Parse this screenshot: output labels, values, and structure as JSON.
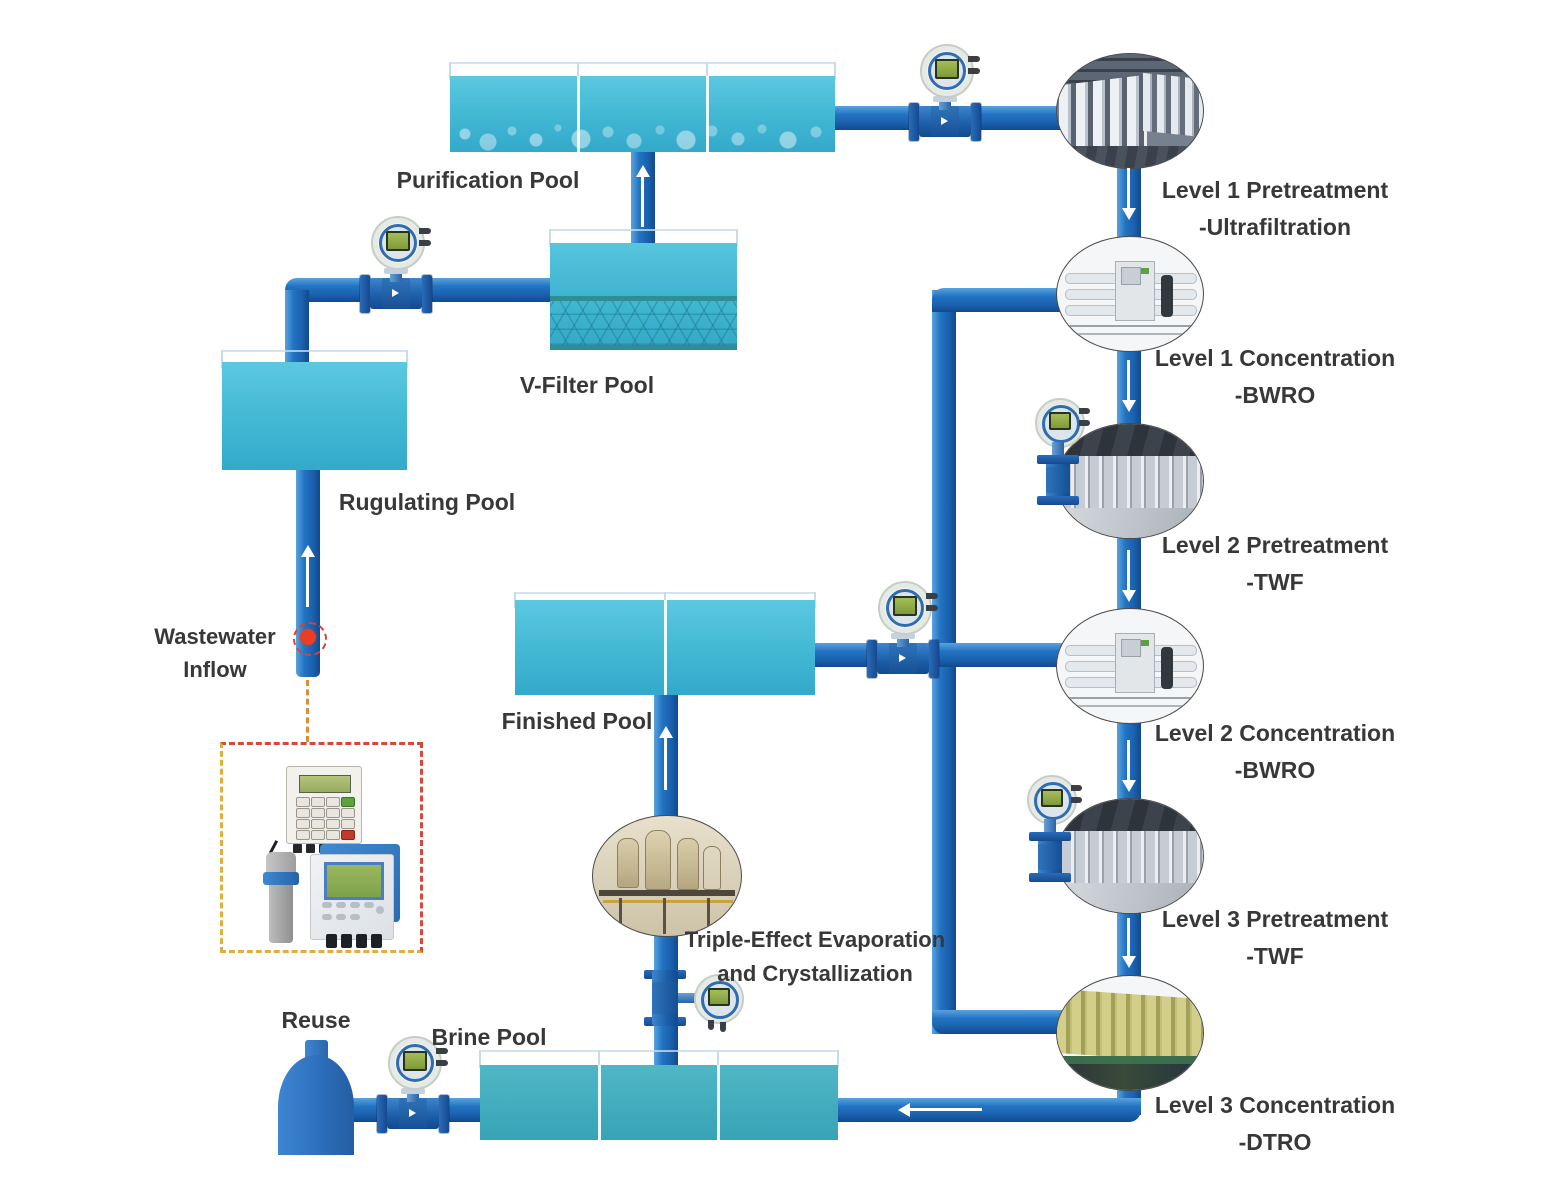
{
  "pools": {
    "purification": "Purification Pool",
    "v_filter": "V-Filter Pool",
    "rugulating": "Rugulating Pool",
    "finished": "Finished Pool",
    "brine": "Brine Pool",
    "reuse": "Reuse"
  },
  "inflow": {
    "line1": "Wastewater",
    "line2": "Inflow"
  },
  "evaporation": {
    "line1": "Triple-Effect Evaporation",
    "line2": "and Crystallization",
    "photo": "triple-effect-evaporator-photo"
  },
  "stages": [
    {
      "line1": "Level 1 Pretreatment",
      "line2": "-Ultrafiltration",
      "photo": "ultrafiltration-modules-photo"
    },
    {
      "line1": "Level 1 Concentration",
      "line2": "-BWRO",
      "photo": "bwro-skid-photo"
    },
    {
      "line1": "Level 2 Pretreatment",
      "line2": "-TWF",
      "photo": "twf-membrane-rack-photo"
    },
    {
      "line1": "Level 2 Concentration",
      "line2": "-BWRO",
      "photo": "bwro-skid-photo"
    },
    {
      "line1": "Level 3 Pretreatment",
      "line2": "-TWF",
      "photo": "twf-membrane-rack-photo"
    },
    {
      "line1": "Level 3 Concentration",
      "line2": "-DTRO",
      "photo": "dtro-membrane-photo"
    }
  ],
  "equipment": {
    "inline_meter": "electromagnetic-flow-meter",
    "monitoring_kit": [
      "wall-mounted-ultrasonic-flow-meter",
      "ultrasonic-transducer",
      "ultrasonic-controller"
    ]
  },
  "colors": {
    "pipe_blue": "#1e6cbc",
    "pool_water": "#46bbd6",
    "brine_water": "#3aa6ba",
    "reuse_tank": "#2d6fba",
    "label_text": "#383838",
    "alert_dot": "#ea3d23",
    "dashed_yellow": "#e3ae3c",
    "dashed_red": "#d9473a",
    "meter_screen": "#93ac4a"
  }
}
